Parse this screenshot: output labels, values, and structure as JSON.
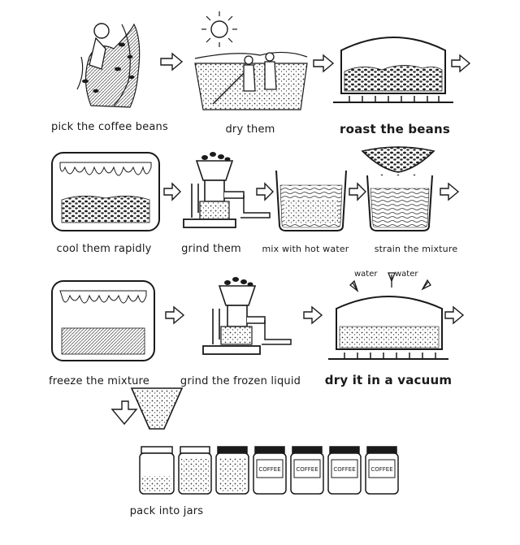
{
  "steps": [
    {
      "id": "pick",
      "label": "pick the coffee beans"
    },
    {
      "id": "dry",
      "label": "dry them"
    },
    {
      "id": "roast",
      "label": "roast the beans"
    },
    {
      "id": "cool",
      "label": "cool them rapidly"
    },
    {
      "id": "grind1",
      "label": "grind them"
    },
    {
      "id": "mix",
      "label": "mix with hot water"
    },
    {
      "id": "strain",
      "label": "strain the mixture"
    },
    {
      "id": "freeze",
      "label": "freeze the mixture"
    },
    {
      "id": "grind2",
      "label": "grind the frozen liquid"
    },
    {
      "id": "vacuum",
      "label": "dry it in a vacuum"
    },
    {
      "id": "pack",
      "label": "pack into jars"
    }
  ],
  "annotations": {
    "water_left": "water",
    "water_right": "water",
    "jar_text": "COFFEE"
  },
  "colors": {
    "ink": "#1a1a1a",
    "background": "#ffffff"
  }
}
